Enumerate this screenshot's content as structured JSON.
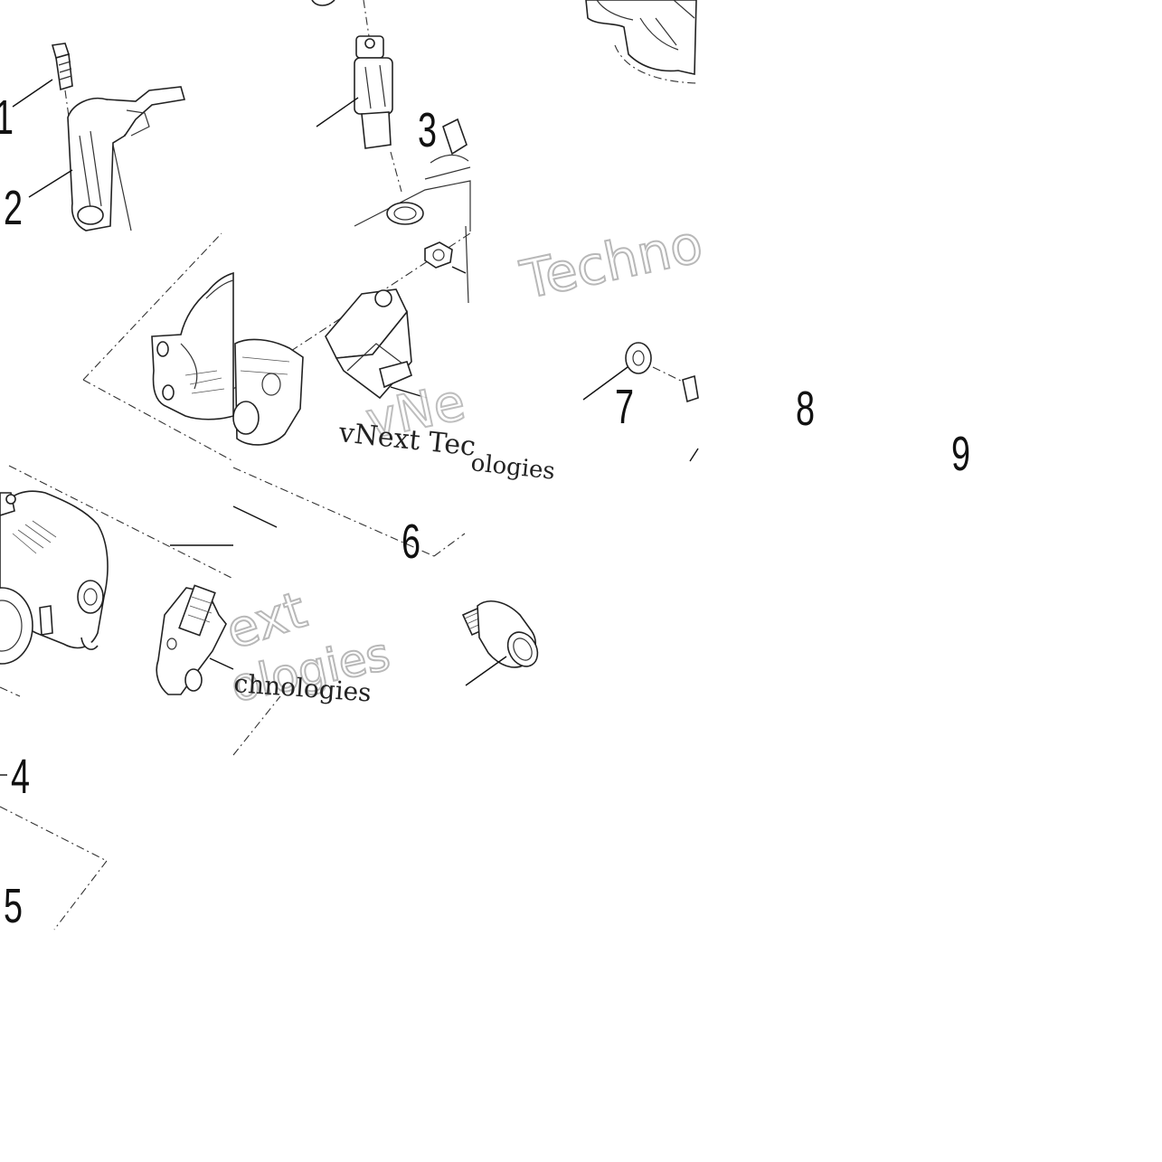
{
  "callouts": {
    "c1": "1",
    "c2": "2",
    "c3": "3",
    "c4": "4",
    "c5": "5",
    "c6": "6",
    "c7": "7",
    "c8": "8",
    "c9": "9",
    "c9b": "9"
  },
  "watermark": {
    "techno_outline": "Techno",
    "next_outline": "ext",
    "ologies_outline": "ologies",
    "vnext_tec": "vNext Tec",
    "chnologies": "chnologies",
    "ologies_serif": "ologies",
    "vne_outline": "vNe"
  }
}
